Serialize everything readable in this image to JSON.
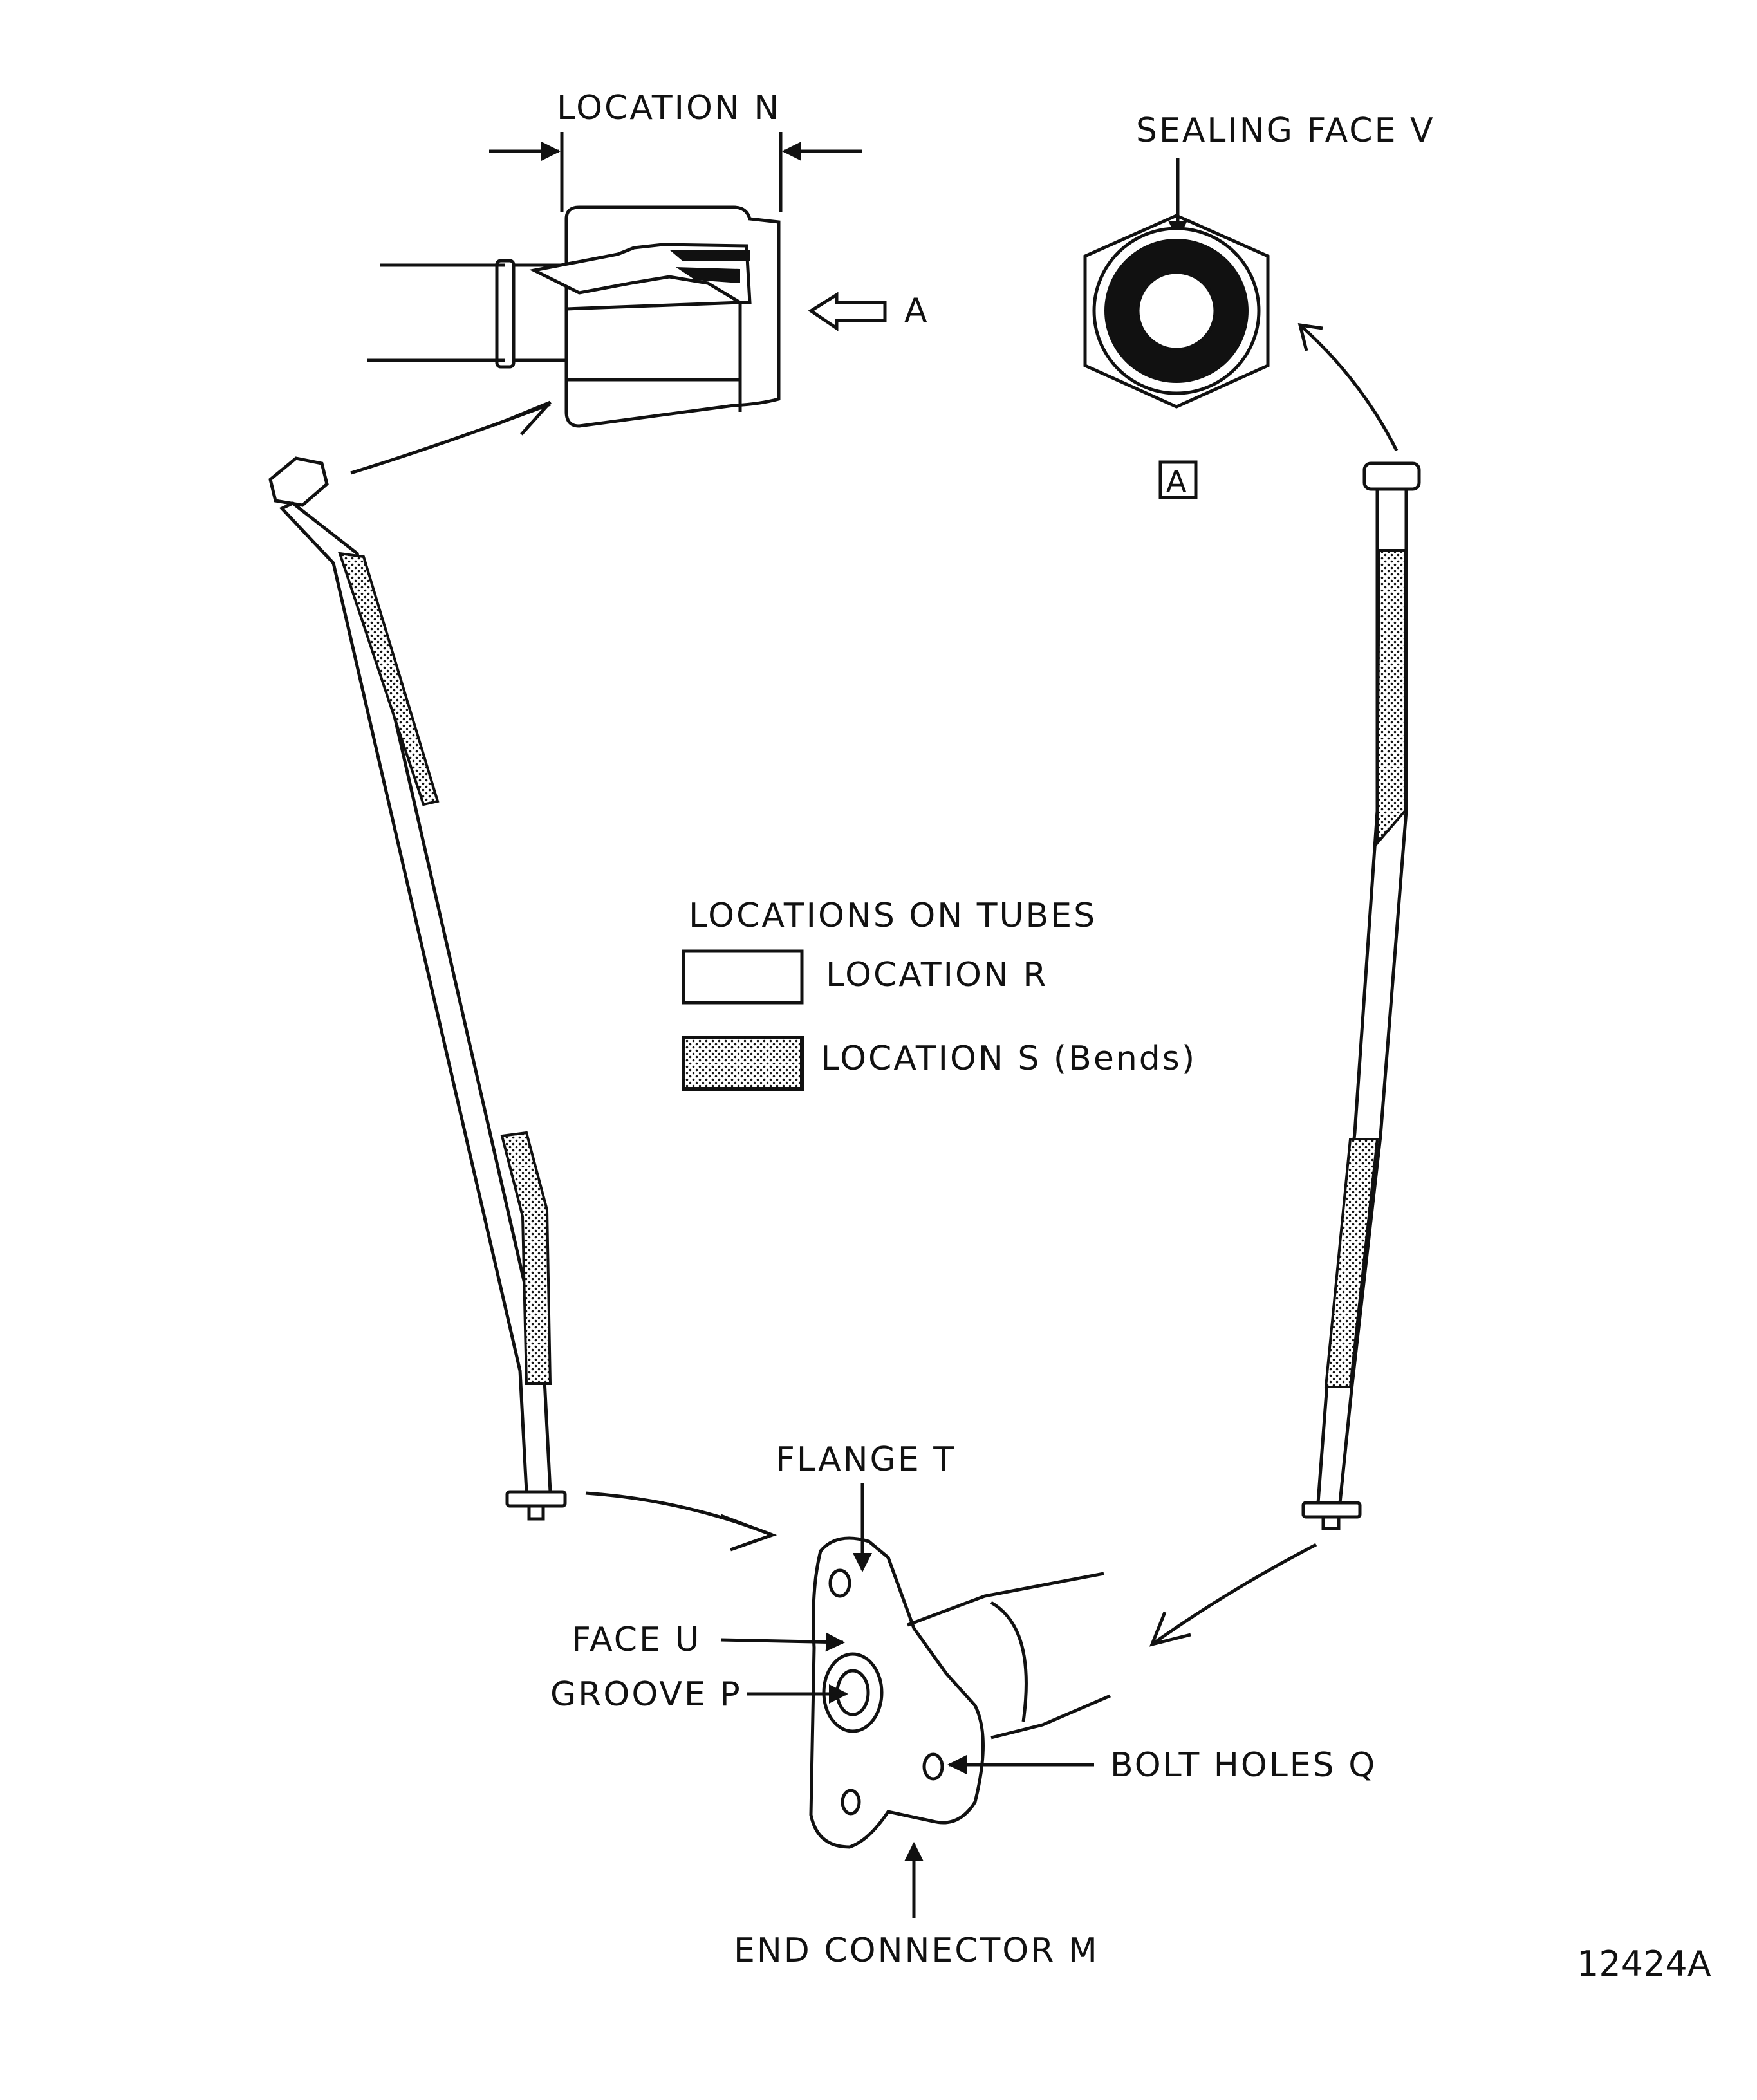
{
  "labels": {
    "location_n": "LOCATION N",
    "direction_a": "A",
    "sealing_face_v": "SEALING FACE V",
    "view_a_box": "A",
    "flange_t": "FLANGE T",
    "face_u": "FACE U",
    "groove_p": "GROOVE P",
    "bolt_holes_q": "BOLT HOLES Q",
    "end_connector_m": "END CONNECTOR M",
    "figure_number": "12424A"
  },
  "legend": {
    "title": "LOCATIONS ON TUBES",
    "items": [
      {
        "label": "LOCATION R",
        "fill": "plain"
      },
      {
        "label": "LOCATION S (Bends)",
        "fill": "stippled"
      }
    ]
  },
  "colors": {
    "ink": "#111111",
    "paper": "#ffffff"
  }
}
